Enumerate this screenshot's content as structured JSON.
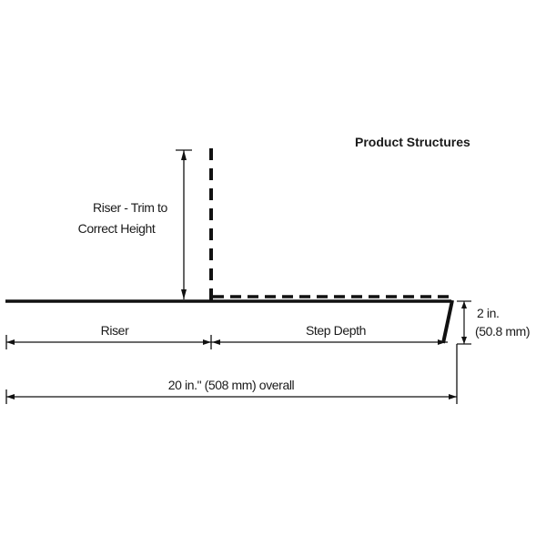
{
  "title": "Product Structures",
  "labels": {
    "riser_trim_line1": "Riser - Trim to",
    "riser_trim_line2": "Correct Height",
    "riser": "Riser",
    "step_depth": "Step Depth",
    "height_line1": "2 in.",
    "height_line2": "(50.8 mm)",
    "overall": "20 in.\" (508 mm) overall"
  },
  "colors": {
    "line": "#111111",
    "background": "#ffffff"
  }
}
